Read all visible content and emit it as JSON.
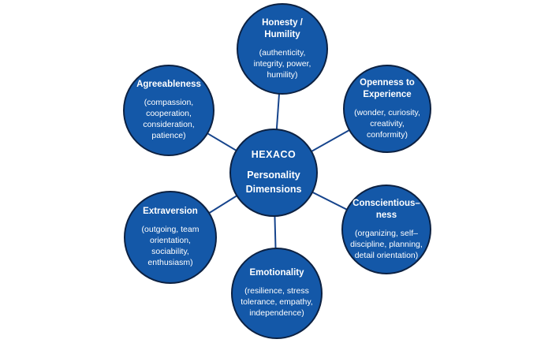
{
  "diagram_title": "HEXACO Personality Dimensions",
  "colors": {
    "circle_fill": "#1458a8",
    "circle_border": "#0c2142",
    "connector_line": "#16448c",
    "text": "#ffffff",
    "background": "#ffffff"
  },
  "center": {
    "acronym": "HEXACO",
    "label": "Personality\nDimensions"
  },
  "nodes": [
    {
      "id": "honesty-humility",
      "title": "Honesty /\nHumility",
      "traits": "(authenticity,\nintegrity, power,\nhumility)"
    },
    {
      "id": "openness-to-experience",
      "title": "Openness to\nExperience",
      "traits": "(wonder, curiosity,\ncreativity,\nconformity)"
    },
    {
      "id": "conscientiousness",
      "title": "Conscientious–\nness",
      "traits": "(organizing, self–\ndiscipline, planning,\ndetail orientation)"
    },
    {
      "id": "emotionality",
      "title": "Emotionality",
      "traits": "(resilience, stress\ntolerance, empathy,\nindependence)"
    },
    {
      "id": "extraversion",
      "title": "Extraversion",
      "traits": "(outgoing, team\norientation,\nsociability,\nenthusiasm)"
    },
    {
      "id": "agreeableness",
      "title": "Agreeableness",
      "traits": "(compassion,\ncooperation,\nconsideration,\npatience)"
    }
  ]
}
